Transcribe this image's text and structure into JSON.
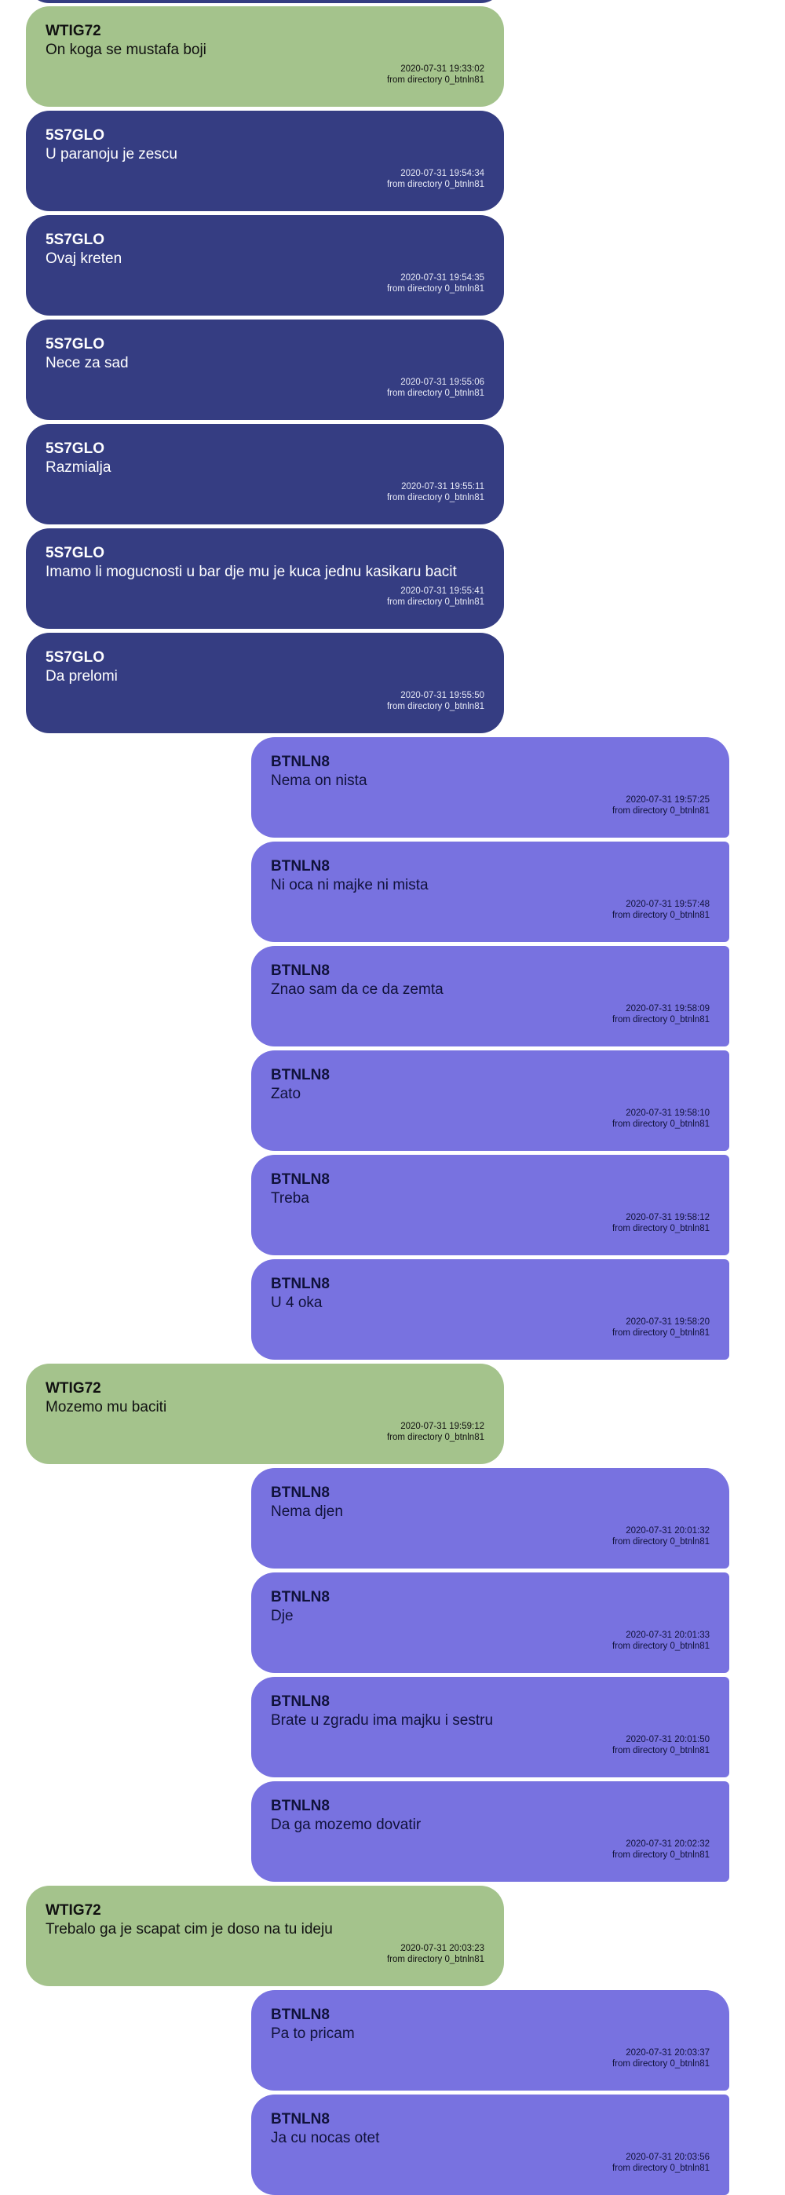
{
  "colors": {
    "WTIG72": "#a4c38c",
    "5S7GLO": "#353d82",
    "BTNLN8": "#7872e0"
  },
  "messages": [
    {
      "sender": "WTIG72",
      "side": "left",
      "text": "On koga se mustafa boji",
      "time": "2020-07-31 19:33:02",
      "source": "from directory 0_btnln81"
    },
    {
      "sender": "5S7GLO",
      "side": "left",
      "text": "U paranoju je zescu",
      "time": "2020-07-31 19:54:34",
      "source": "from directory 0_btnln81"
    },
    {
      "sender": "5S7GLO",
      "side": "left",
      "text": "Ovaj kreten",
      "time": "2020-07-31 19:54:35",
      "source": "from directory 0_btnln81"
    },
    {
      "sender": "5S7GLO",
      "side": "left",
      "text": "Nece za sad",
      "time": "2020-07-31 19:55:06",
      "source": "from directory 0_btnln81"
    },
    {
      "sender": "5S7GLO",
      "side": "left",
      "text": "Razmialja",
      "time": "2020-07-31 19:55:11",
      "source": "from directory 0_btnln81"
    },
    {
      "sender": "5S7GLO",
      "side": "left",
      "text": "Imamo li mogucnosti u bar dje mu je kuca jednu kasikaru bacit",
      "time": "2020-07-31 19:55:41",
      "source": "from directory 0_btnln81"
    },
    {
      "sender": "5S7GLO",
      "side": "left",
      "text": "Da prelomi",
      "time": "2020-07-31 19:55:50",
      "source": "from directory 0_btnln81"
    },
    {
      "sender": "BTNLN8",
      "side": "right",
      "text": "Nema on nista",
      "time": "2020-07-31 19:57:25",
      "source": "from directory 0_btnln81"
    },
    {
      "sender": "BTNLN8",
      "side": "right",
      "text": "Ni oca ni majke ni mista",
      "time": "2020-07-31 19:57:48",
      "source": "from directory 0_btnln81"
    },
    {
      "sender": "BTNLN8",
      "side": "right",
      "text": "Znao sam da ce da zemta",
      "time": "2020-07-31 19:58:09",
      "source": "from directory 0_btnln81"
    },
    {
      "sender": "BTNLN8",
      "side": "right",
      "text": "Zato",
      "time": "2020-07-31 19:58:10",
      "source": "from directory 0_btnln81"
    },
    {
      "sender": "BTNLN8",
      "side": "right",
      "text": "Treba",
      "time": "2020-07-31 19:58:12",
      "source": "from directory 0_btnln81"
    },
    {
      "sender": "BTNLN8",
      "side": "right",
      "text": "U 4 oka",
      "time": "2020-07-31 19:58:20",
      "source": "from directory 0_btnln81"
    },
    {
      "sender": "WTIG72",
      "side": "left",
      "text": "Mozemo mu baciti",
      "time": "2020-07-31 19:59:12",
      "source": "from directory 0_btnln81"
    },
    {
      "sender": "BTNLN8",
      "side": "right",
      "text": "Nema djen",
      "time": "2020-07-31 20:01:32",
      "source": "from directory 0_btnln81"
    },
    {
      "sender": "BTNLN8",
      "side": "right",
      "text": "Dje",
      "time": "2020-07-31 20:01:33",
      "source": "from directory 0_btnln81"
    },
    {
      "sender": "BTNLN8",
      "side": "right",
      "text": "Brate u zgradu ima majku i sestru",
      "time": "2020-07-31 20:01:50",
      "source": "from directory 0_btnln81"
    },
    {
      "sender": "BTNLN8",
      "side": "right",
      "text": "Da ga mozemo dovatir",
      "time": "2020-07-31 20:02:32",
      "source": "from directory 0_btnln81"
    },
    {
      "sender": "WTIG72",
      "side": "left",
      "text": "Trebalo ga je scapat cim je doso na tu ideju",
      "time": "2020-07-31 20:03:23",
      "source": "from directory 0_btnln81"
    },
    {
      "sender": "BTNLN8",
      "side": "right",
      "text": "Pa to pricam",
      "time": "2020-07-31 20:03:37",
      "source": "from directory 0_btnln81"
    },
    {
      "sender": "BTNLN8",
      "side": "right",
      "text": "Ja cu nocas otet",
      "time": "2020-07-31 20:03:56",
      "source": "from directory 0_btnln81"
    }
  ]
}
